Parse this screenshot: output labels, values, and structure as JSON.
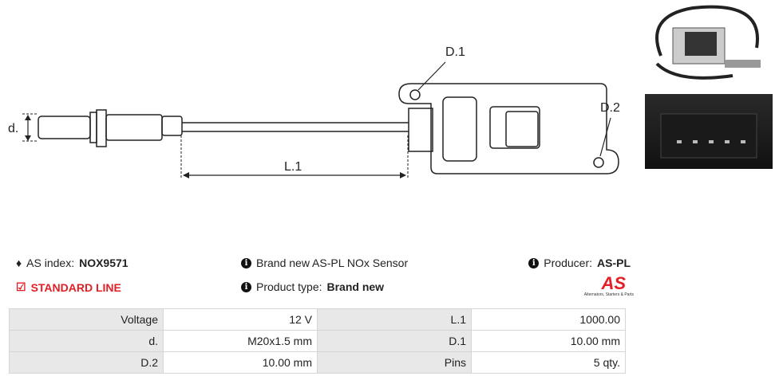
{
  "drawing": {
    "labels": {
      "d": "d.",
      "l1": "L.1",
      "d1": "D.1",
      "d2": "D.2"
    }
  },
  "info": {
    "as_index_label": "AS index:",
    "as_index_value": "NOX9571",
    "line": "STANDARD LINE",
    "description": "Brand new AS-PL NOx Sensor",
    "product_type_label": "Product type:",
    "product_type_value": "Brand new",
    "producer_label": "Producer:",
    "producer_value": "AS-PL",
    "logo_text": "AS",
    "logo_tagline": "Alternators, Starters & Parts"
  },
  "specs": [
    {
      "k1": "Voltage",
      "v1": "12 V",
      "k2": "L.1",
      "v2": "1000.00"
    },
    {
      "k1": "d.",
      "v1": "M20x1.5 mm",
      "k2": "D.1",
      "v2": "10.00 mm"
    },
    {
      "k1": "D.2",
      "v1": "10.00 mm",
      "k2": "Pins",
      "v2": "5 qty."
    }
  ],
  "colors": {
    "accent": "#e31e24"
  }
}
